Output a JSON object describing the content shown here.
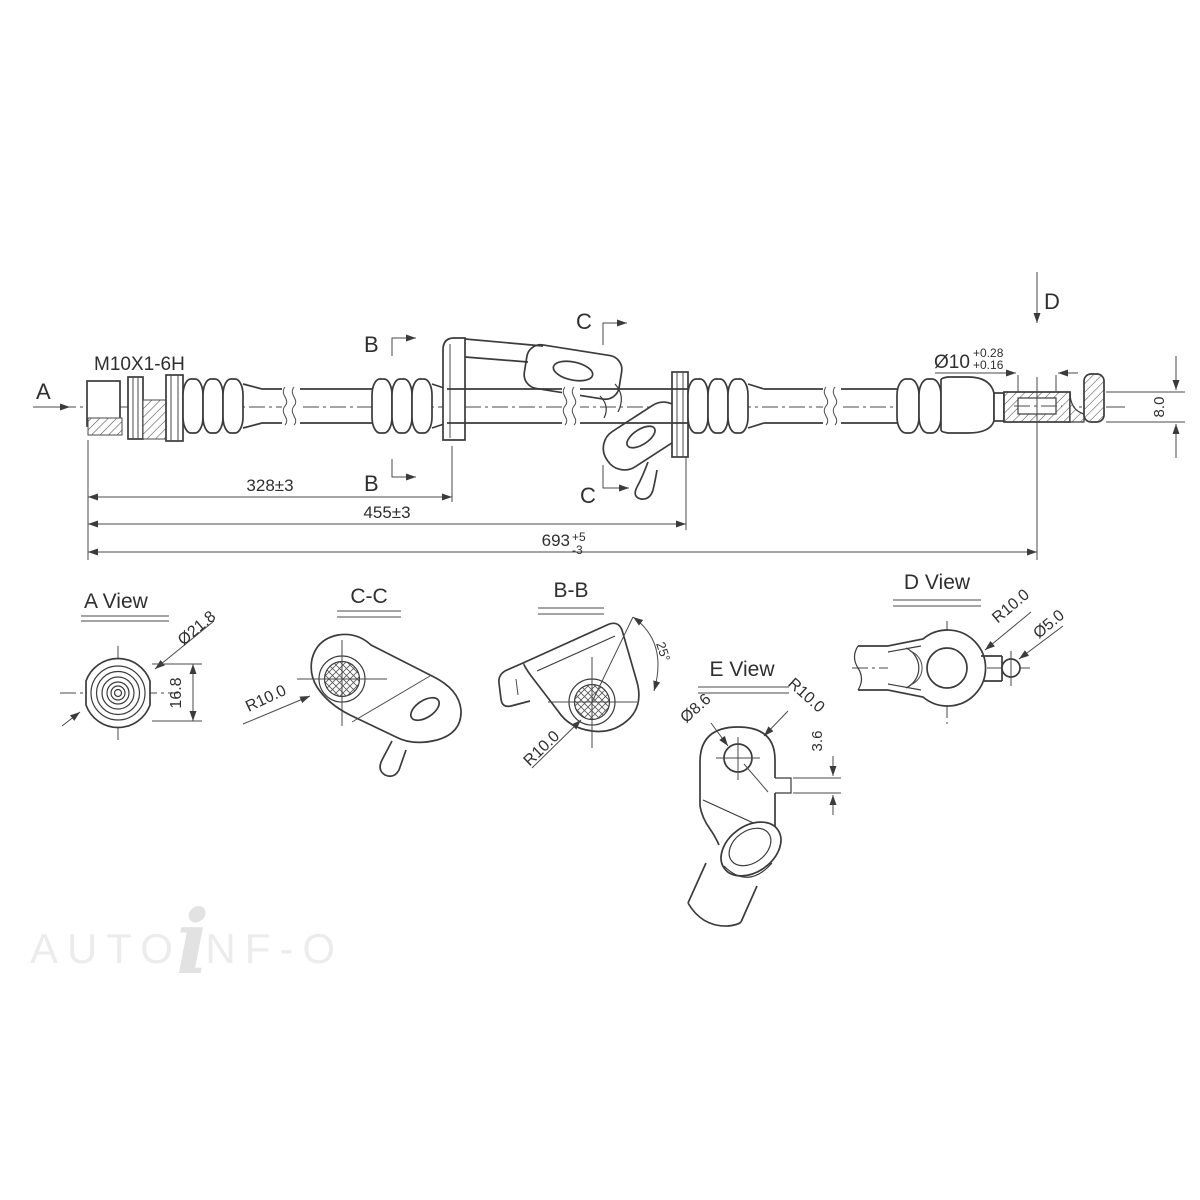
{
  "colors": {
    "line": "#3b3b3b",
    "text": "#2f2f2f",
    "watermark": "#ececec"
  },
  "main_view": {
    "view_arrow_a": "A",
    "thread_spec": "M10X1-6H",
    "section_b": "B",
    "section_c": "C",
    "view_arrow_d": "D",
    "bore_dia": "Ø10",
    "bore_tol_upper": "+0.28",
    "bore_tol_lower": "+0.16",
    "end_thickness": "8.0",
    "dim_len_1": "328±3",
    "dim_len_2": "455±3",
    "dim_len_3": "693",
    "dim_len_3_tol_upper": "+5",
    "dim_len_3_tol_lower": "-3"
  },
  "detail_views": {
    "a_view": {
      "title": "A View",
      "outer_dia": "Ø21.8",
      "flat_height": "16.8"
    },
    "c_c": {
      "title": "C-C",
      "radius": "R10.0"
    },
    "b_b": {
      "title": "B-B",
      "angle": "25°",
      "radius": "R10.0"
    },
    "e_view": {
      "title": "E View",
      "hole_dia": "Ø8.6",
      "radius": "R10.0",
      "tab_width": "3.6"
    },
    "d_view": {
      "title": "D View",
      "radius": "R10.0",
      "pin_dia": "Ø5.0"
    }
  },
  "watermark": {
    "part1": "AUTO",
    "part2": "i",
    "part3": "NF-O"
  }
}
